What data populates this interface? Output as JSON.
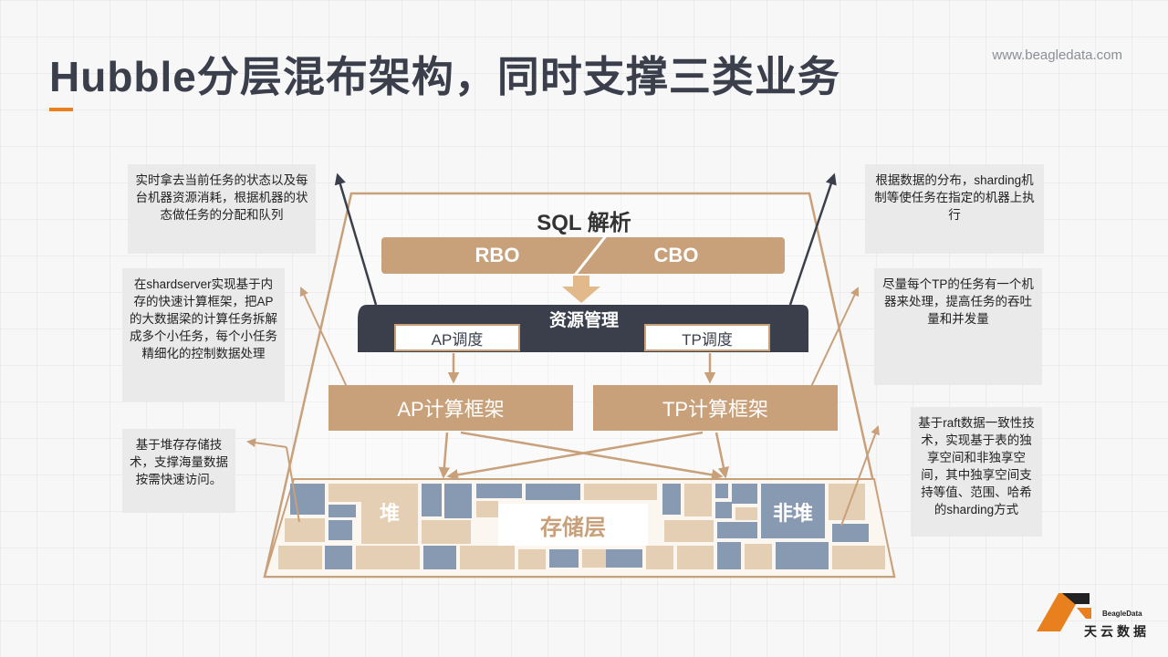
{
  "header": {
    "title": "Hubble分层混布架构，同时支撑三类业务",
    "website": "www.beagledata.com"
  },
  "diagram": {
    "sql_parse": "SQL 解析",
    "rbo": "RBO",
    "cbo": "CBO",
    "resource_mgmt": "资源管理",
    "ap_schedule": "AP调度",
    "tp_schedule": "TP调度",
    "ap_framework": "AP计算框架",
    "tp_framework": "TP计算框架",
    "heap": "堆",
    "non_heap": "非堆",
    "storage_layer": "存储层"
  },
  "notes": {
    "resource_mgmt_note": "实时拿去当前任务的状态以及每台机器资源消耗，根据机器的状态做任务的分配和队列",
    "ap_framework_note": "在shardserver实现基于内存的快速计算框架，把AP的大数据梁的计算任务拆解成多个小任务，每个小任务精细化的控制数据处理",
    "heap_note": "基于堆存存储技术，支撑海量数据按需快速访问。",
    "tp_schedule_note": "根据数据的分布，sharding机制等使任务在指定的机器上执行",
    "tp_framework_note": "尽量每个TP的任务有一个机器来处理，提高任务的吞吐量和并发量",
    "non_heap_note": "基于raft数据一致性技术，实现基于表的独享空间和非独享空间，其中独享空间支持等值、范围、哈希的sharding方式"
  },
  "logo": {
    "cn": "天云数据",
    "en": "BeagleData"
  },
  "colors": {
    "tan": "#c8a07a",
    "dark": "#3a3f4b",
    "blue_gray": "#8899b2",
    "light_tan": "#e5cfb4",
    "orange": "#e8801e"
  }
}
